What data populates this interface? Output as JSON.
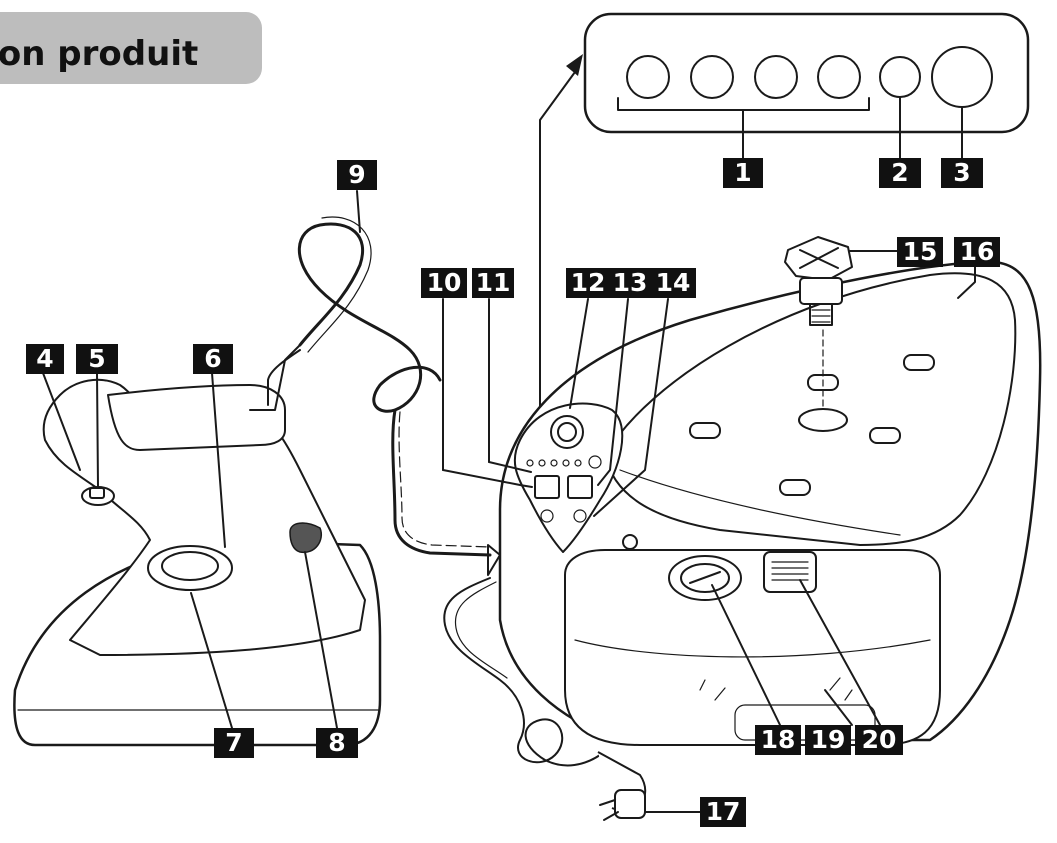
{
  "title": "tion produit",
  "callouts": [
    {
      "label": "1"
    },
    {
      "label": "2"
    },
    {
      "label": "3"
    },
    {
      "label": "4"
    },
    {
      "label": "5"
    },
    {
      "label": "6"
    },
    {
      "label": "7"
    },
    {
      "label": "8"
    },
    {
      "label": "9"
    },
    {
      "label": "10"
    },
    {
      "label": "11"
    },
    {
      "label": "12"
    },
    {
      "label": "13"
    },
    {
      "label": "14"
    },
    {
      "label": "15"
    },
    {
      "label": "16"
    },
    {
      "label": "17"
    },
    {
      "label": "18"
    },
    {
      "label": "19"
    },
    {
      "label": "20"
    }
  ],
  "colors": {
    "title_box": "#bdbdbd",
    "callout_bg": "#111111",
    "callout_text": "#ffffff",
    "line_art": "#1a1a1a",
    "iron_grip_button": "#555555"
  }
}
